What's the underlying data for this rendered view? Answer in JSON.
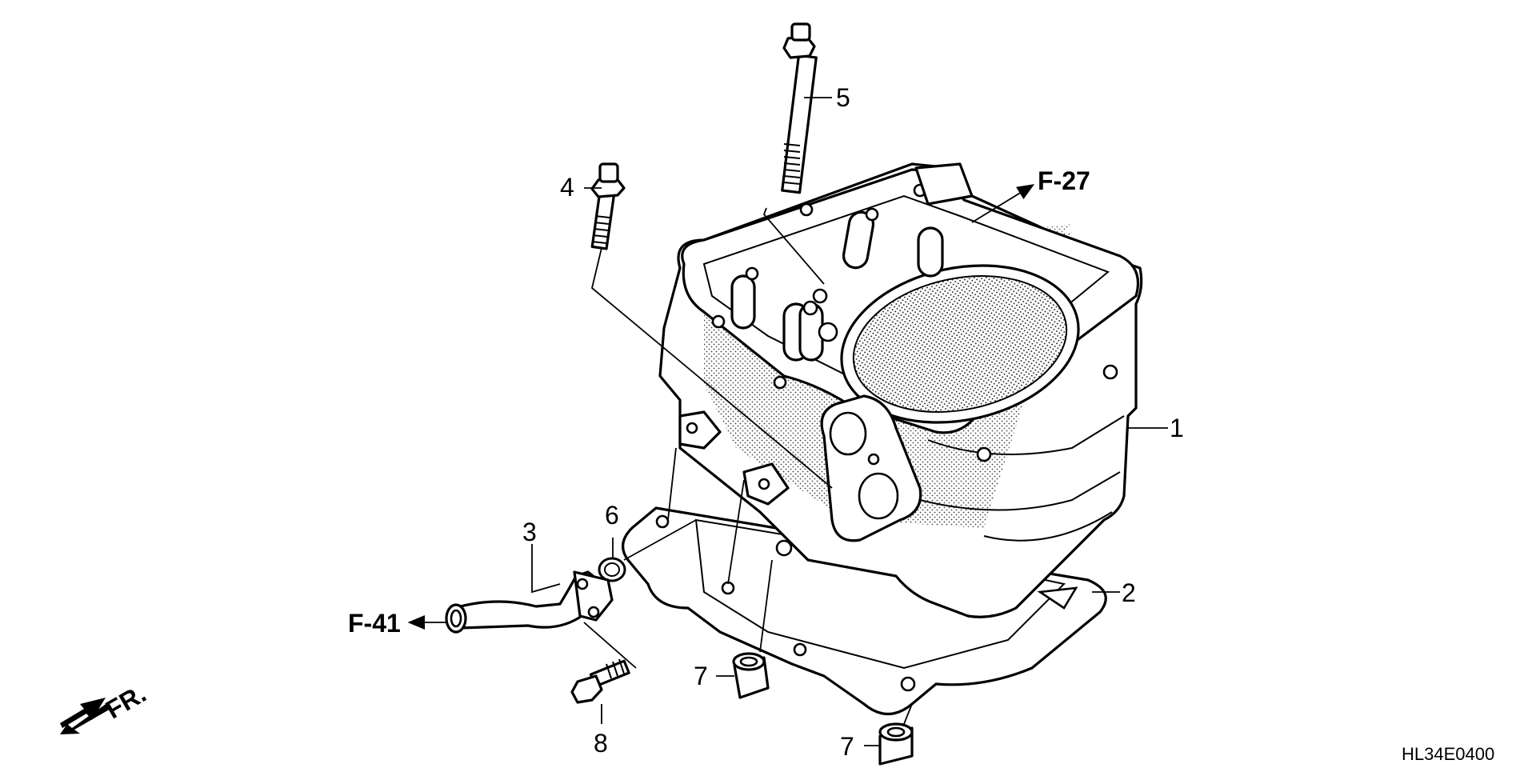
{
  "diagram": {
    "callouts": [
      {
        "id": "1",
        "text": "1"
      },
      {
        "id": "2",
        "text": "2"
      },
      {
        "id": "3",
        "text": "3"
      },
      {
        "id": "4",
        "text": "4"
      },
      {
        "id": "5",
        "text": "5"
      },
      {
        "id": "6",
        "text": "6"
      },
      {
        "id": "7a",
        "text": "7"
      },
      {
        "id": "7b",
        "text": "7"
      },
      {
        "id": "8",
        "text": "8"
      }
    ],
    "references": {
      "upper": "F-27",
      "left": "F-41"
    },
    "direction_label": "FR.",
    "drawing_code": "HL34E0400"
  },
  "colors": {
    "line": "#000000",
    "background": "#ffffff",
    "stipple": "#000000"
  }
}
